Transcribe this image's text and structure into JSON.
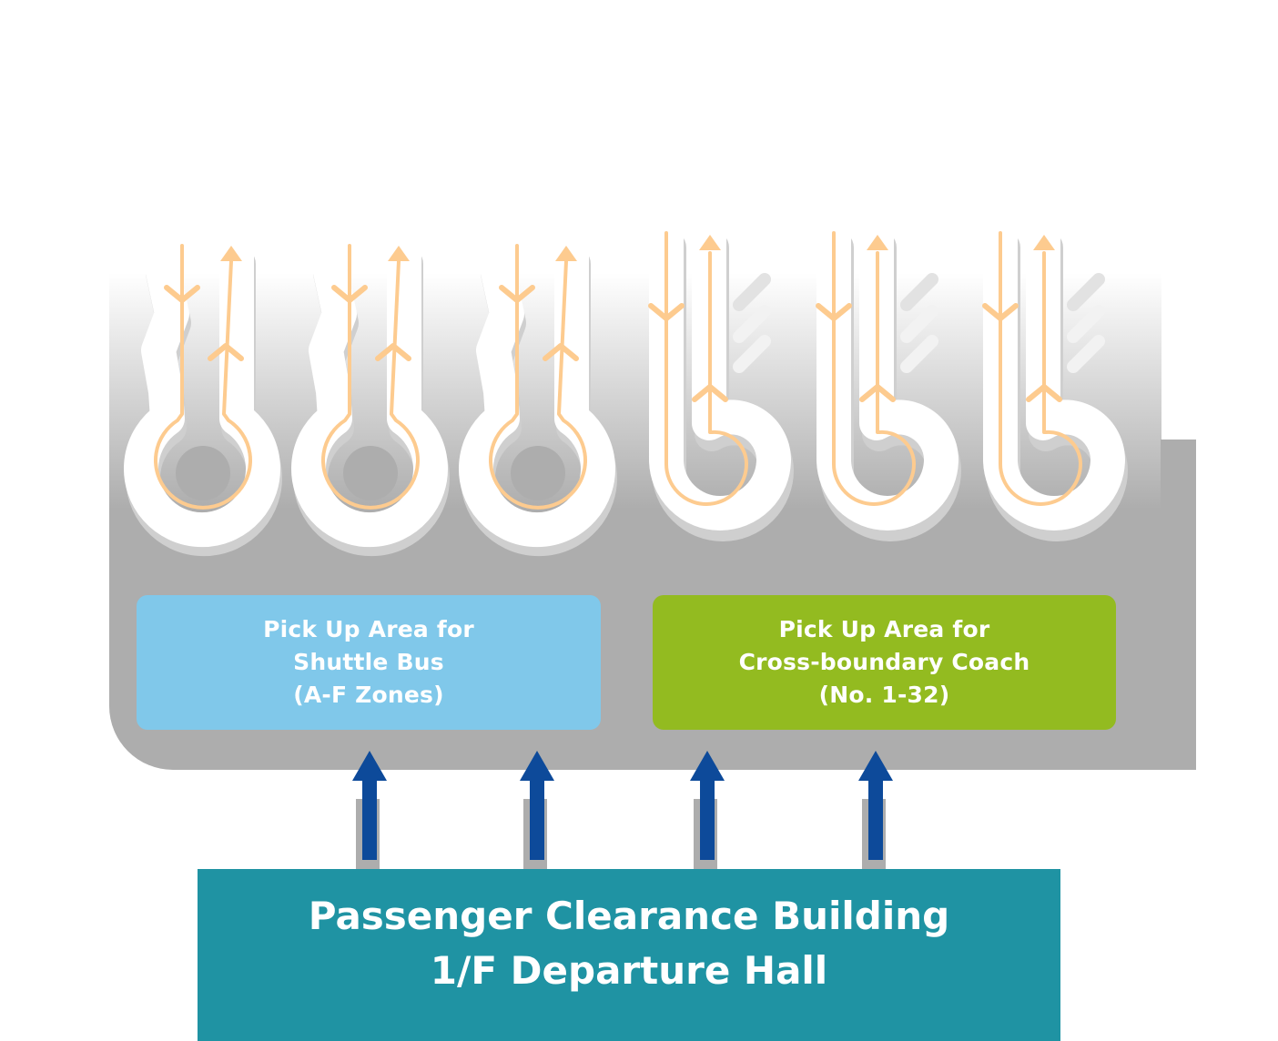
{
  "colors": {
    "area_grey": "#adadad",
    "lane_white": "#ffffff",
    "lane_shadow": "#cfcfcf",
    "flow_arrow": "#fdcb8f",
    "walk_arrow": "#0d4a9a",
    "walk_arrow_shadow": "#adadad",
    "shuttle_zone": "#80c8ea",
    "coach_zone": "#93bb20",
    "hall": "#1f93a3"
  },
  "icons": {
    "lane_flow": "bus-loop-arrow-icon",
    "walkway": "arrow-up-icon"
  },
  "zones": {
    "shuttle": {
      "line1": "Pick Up Area for",
      "line2": "Shuttle Bus",
      "line3": "(A-F Zones)"
    },
    "coach": {
      "line1": "Pick Up Area for",
      "line2": "Cross-boundary Coach",
      "line3": "(No. 1-32)"
    }
  },
  "hall": {
    "line1": "Passenger Clearance Building",
    "line2": "1/F Departure Hall"
  }
}
